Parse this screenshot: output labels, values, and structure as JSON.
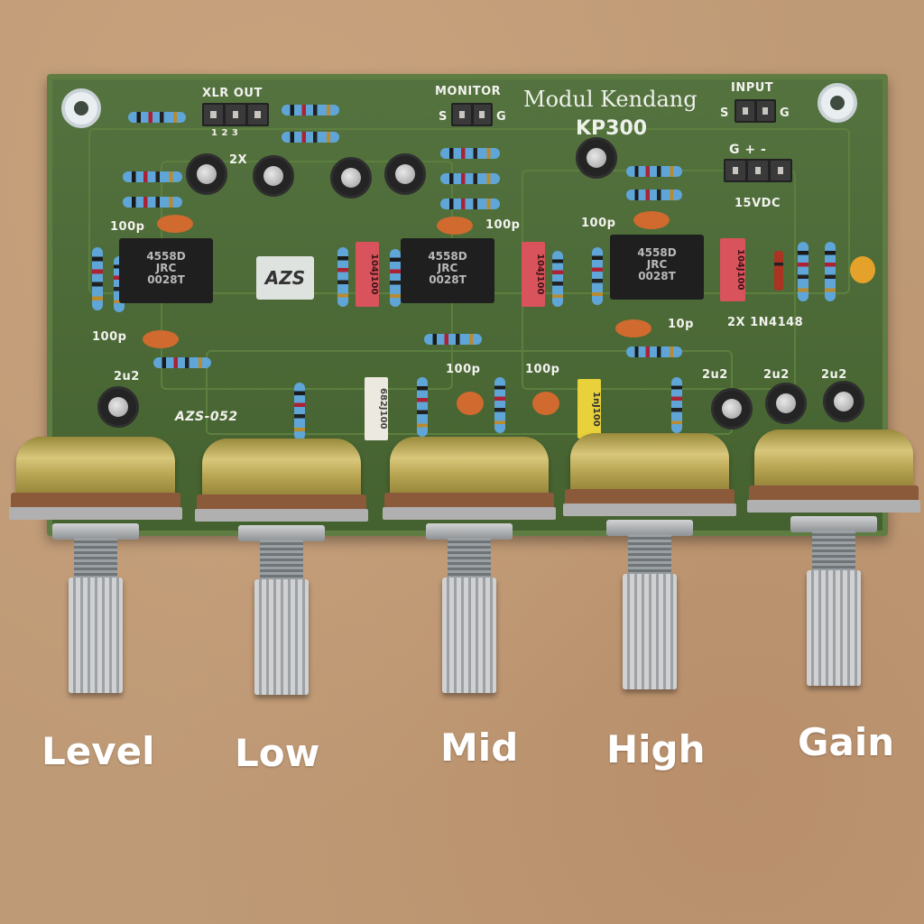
{
  "board": {
    "title": "Modul Kendang",
    "model": "KP300",
    "code": "AZS-052",
    "logo": "AZS",
    "xlr_label": "XLR OUT",
    "xlr_pins": "1 2 3",
    "monitor_label": "MONITOR",
    "monitor_s": "S",
    "monitor_g": "G",
    "input_label": "INPUT",
    "input_s": "S",
    "input_g": "G",
    "power_pins": "G + -",
    "power_label": "15VDC",
    "diode_label": "2X 1N4148",
    "cap_2x": "2X",
    "ic_text": [
      "4558D",
      "JRC",
      "0028T"
    ],
    "cap_labels": {
      "c100p_a": "100p",
      "c100p_b": "100p",
      "c100p_c": "100p",
      "c100p_d": "100p",
      "c100p_e": "100p",
      "c100p_f": "100p",
      "c10p": "10p",
      "c2u2_a": "2u2",
      "c2u2_b": "2u2",
      "c2u2_c": "2u2",
      "c2u2_d": "2u2",
      "film_a": "104J100",
      "film_b": "104J100",
      "film_c": "104J100",
      "film_d": "682J100",
      "film_e": "1nJ100"
    }
  },
  "knobs": [
    "Level",
    "Low",
    "Mid",
    "High",
    "Gain"
  ]
}
